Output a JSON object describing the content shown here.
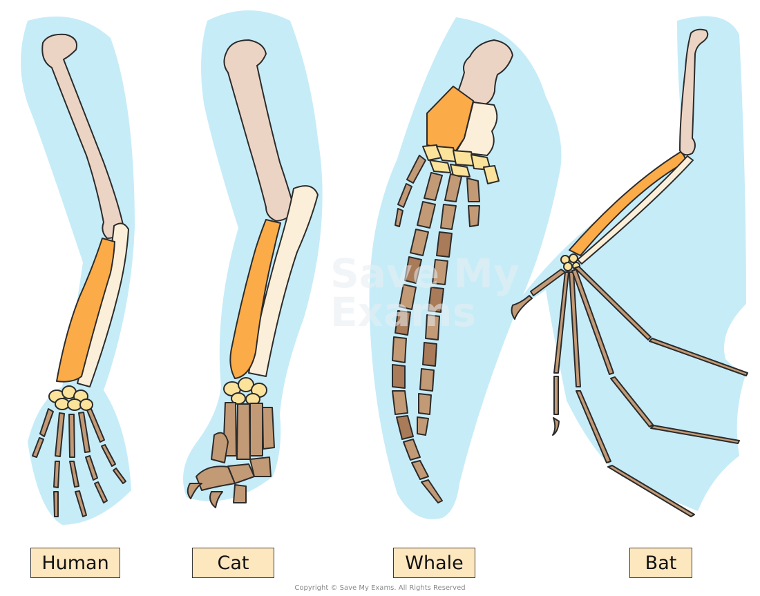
{
  "labels": {
    "human": "Human",
    "cat": "Cat",
    "whale": "Whale",
    "bat": "Bat"
  },
  "watermark": "Save My Exams",
  "copyright": "Copyright © Save My Exams. All Rights Reserved",
  "colors": {
    "background_silhouette": "#c6ecf8",
    "humerus": "#ecd4c4",
    "radius": "#fbab48",
    "ulna": "#fcefd9",
    "carpals": "#fbe39b",
    "phalanges": "#c39a76",
    "whale_phalanx_dark": "#a97b58",
    "label_fill": "#fde7bf",
    "outline": "#2b2b2b"
  }
}
